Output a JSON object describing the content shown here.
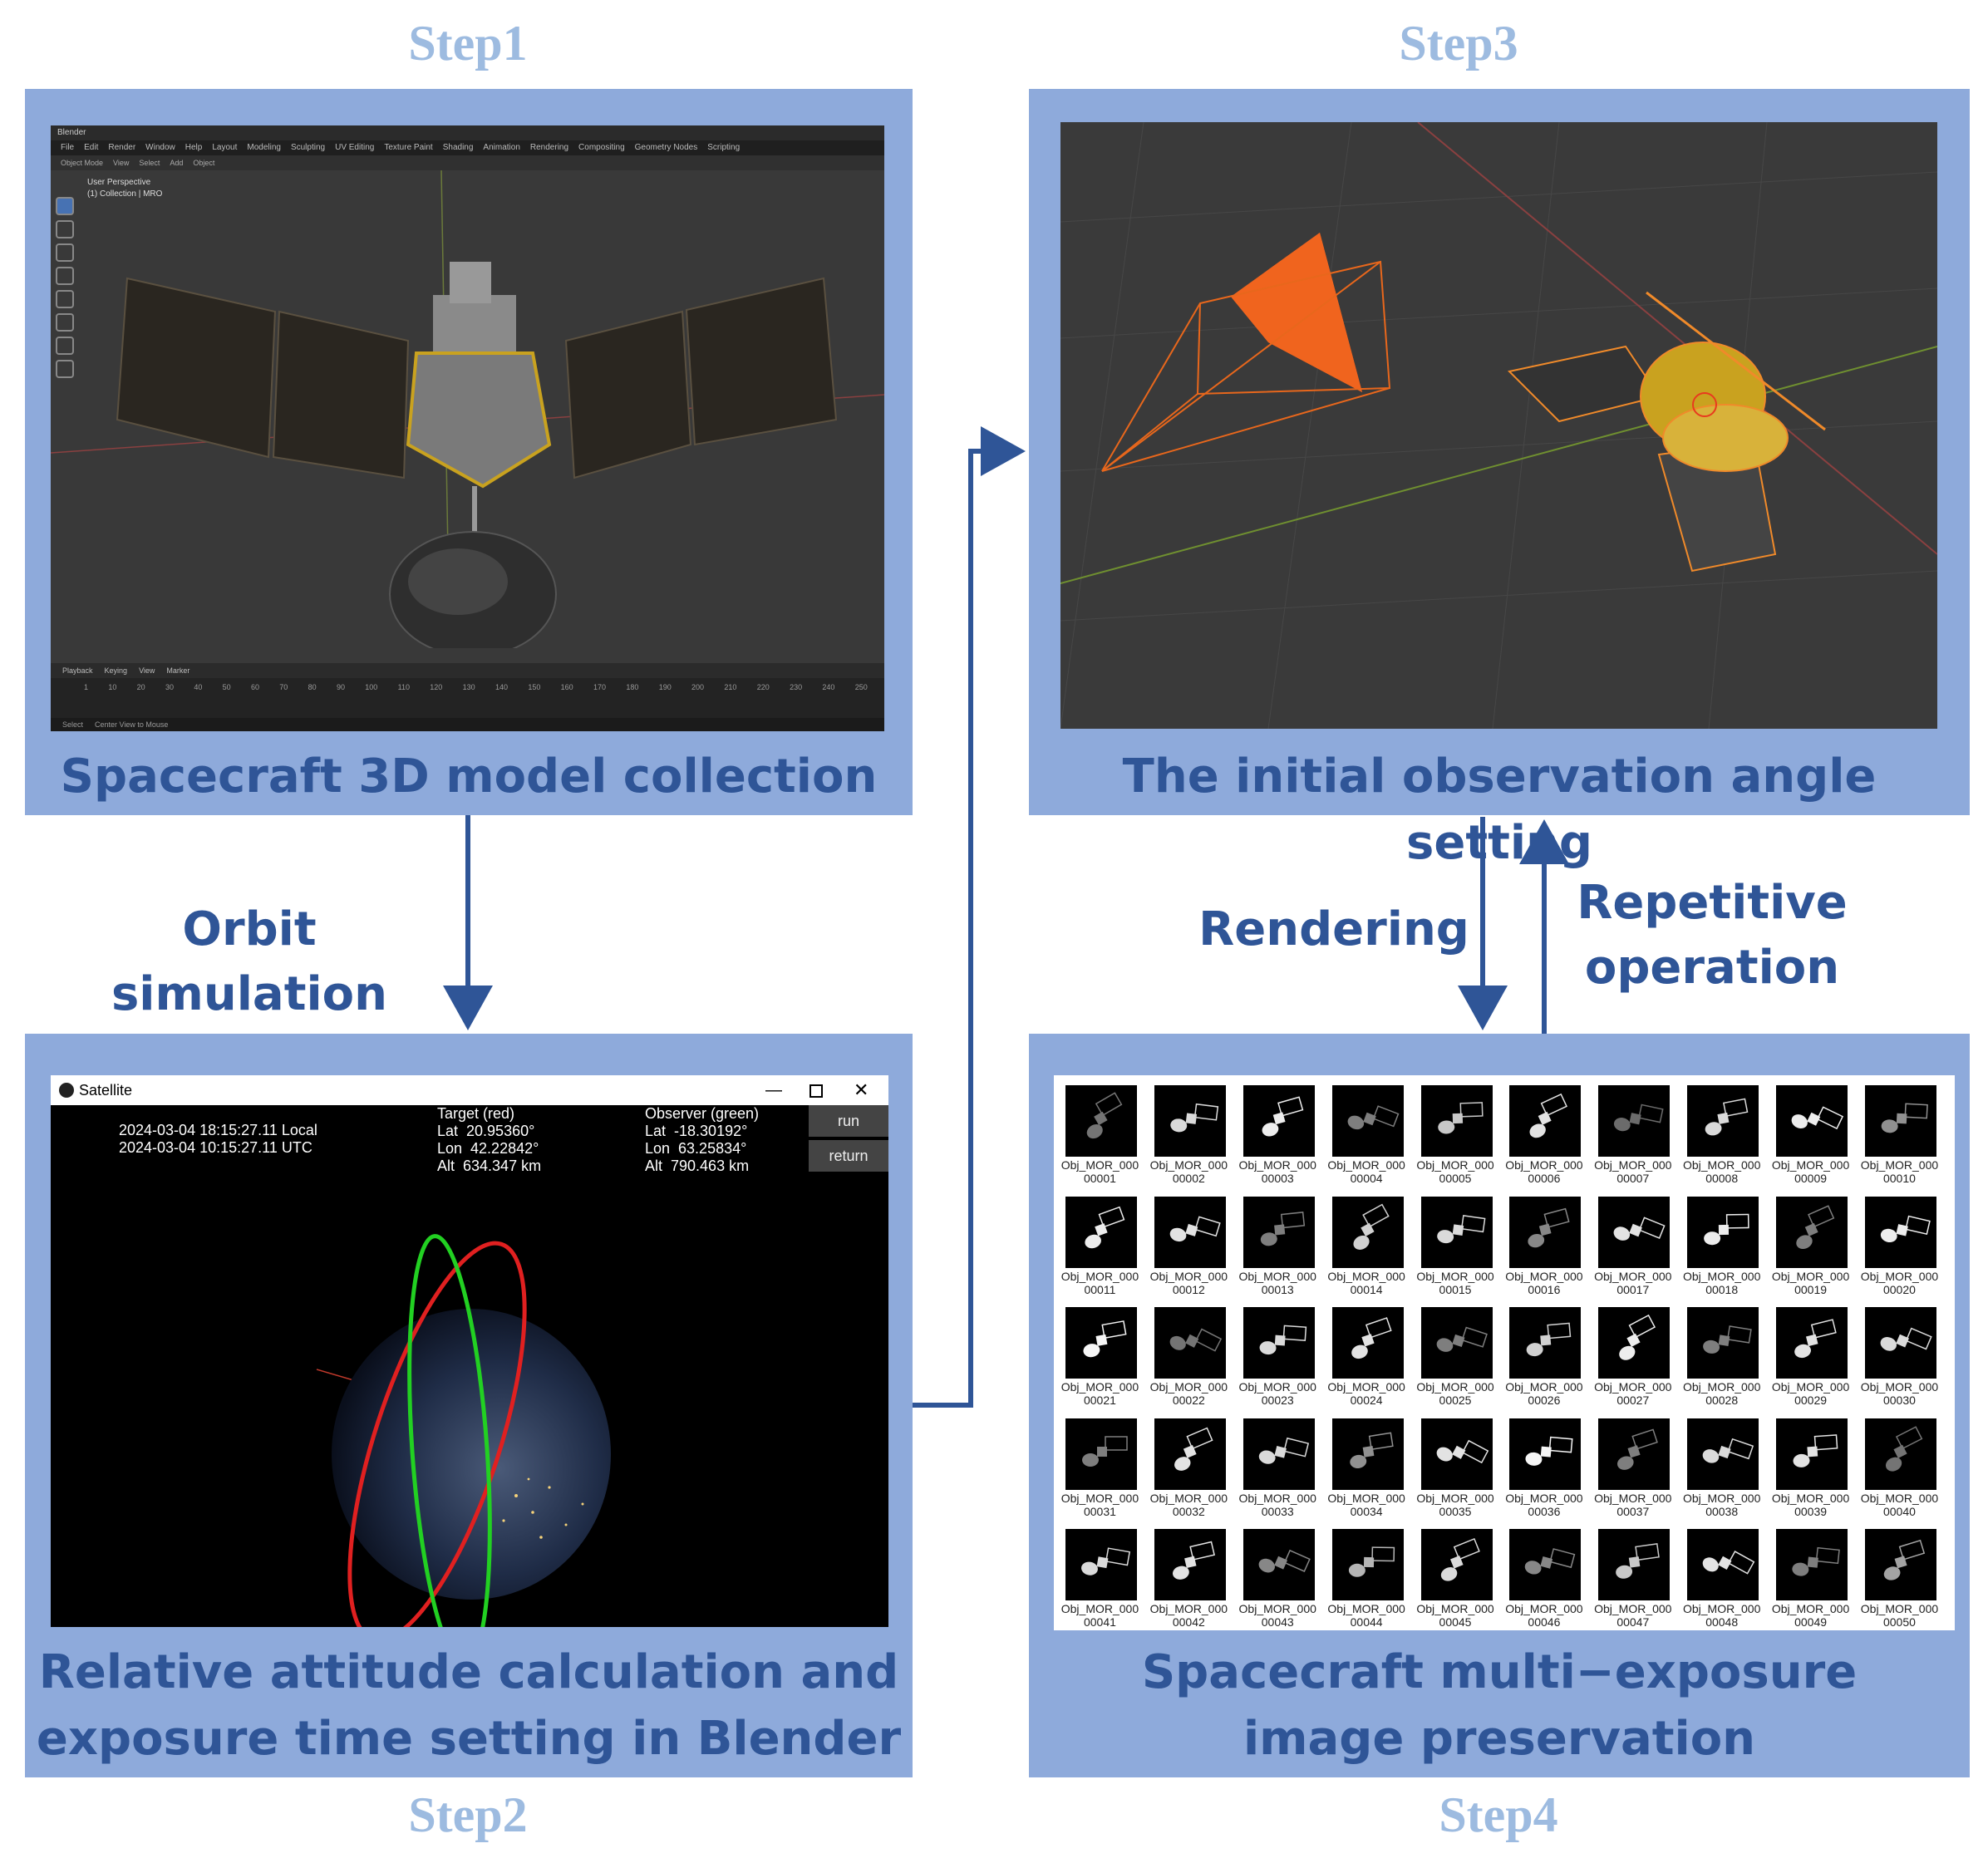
{
  "steps": {
    "step1": {
      "label": "Step1",
      "caption": "Spacecraft 3D model collection"
    },
    "step2": {
      "label": "Step2",
      "caption_line1": "Relative attitude calculation and",
      "caption_line2": "exposure time setting in Blender"
    },
    "step3": {
      "label": "Step3",
      "caption": "The initial observation angle setting"
    },
    "step4": {
      "label": "Step4",
      "caption_line1": "Spacecraft multi−exposure",
      "caption_line2": "image preservation"
    }
  },
  "flow": {
    "orbit_simulation": "Orbit simulation",
    "rendering": "Rendering",
    "repetitive_line1": "Repetitive",
    "repetitive_line2": "operation"
  },
  "blender": {
    "app_title": "Blender",
    "menu": [
      "File",
      "Edit",
      "Render",
      "Window",
      "Help",
      "Layout",
      "Modeling",
      "Sculpting",
      "UV Editing",
      "Texture Paint",
      "Shading",
      "Animation",
      "Rendering",
      "Compositing",
      "Geometry Nodes",
      "Scripting"
    ],
    "header": [
      "Object Mode",
      "View",
      "Select",
      "Add",
      "Object"
    ],
    "viewport_line1": "User Perspective",
    "viewport_line2": "(1) Collection | MRO",
    "timeline_menu": [
      "Playback",
      "Keying",
      "View",
      "Marker"
    ],
    "ticks": [
      "1",
      "10",
      "20",
      "30",
      "40",
      "50",
      "60",
      "70",
      "80",
      "90",
      "100",
      "110",
      "120",
      "130",
      "140",
      "150",
      "160",
      "170",
      "180",
      "190",
      "200",
      "210",
      "220",
      "230",
      "240",
      "250"
    ],
    "status": [
      "Select",
      "Center View to Mouse"
    ]
  },
  "satellite": {
    "title": "Satellite",
    "time_local": "2024-03-04 18:15:27.11 Local",
    "time_utc": "2024-03-04 10:15:27.11 UTC",
    "target_header": "Target (red)",
    "target_lat": "Lat  20.95360°",
    "target_lon": "Lon  42.22842°",
    "target_alt": "Alt  634.347 km",
    "observer_header": "Observer (green)",
    "observer_lat": "Lat  -18.30192°",
    "observer_lon": "Lon  63.25834°",
    "observer_alt": "Alt  790.463 km",
    "run_label": "run",
    "return_label": "return"
  },
  "thumbnails": {
    "prefix": "Obj_MOR_000",
    "numbers": [
      "00001",
      "00002",
      "00003",
      "00004",
      "00005",
      "00006",
      "00007",
      "00008",
      "00009",
      "00010",
      "00011",
      "00012",
      "00013",
      "00014",
      "00015",
      "00016",
      "00017",
      "00018",
      "00019",
      "00020",
      "00021",
      "00022",
      "00023",
      "00024",
      "00025",
      "00026",
      "00027",
      "00028",
      "00029",
      "00030",
      "00031",
      "00032",
      "00033",
      "00034",
      "00035",
      "00036",
      "00037",
      "00038",
      "00039",
      "00040",
      "00041",
      "00042",
      "00043",
      "00044",
      "00045",
      "00046",
      "00047",
      "00048",
      "00049",
      "00050"
    ],
    "brightness": [
      0.25,
      0.8,
      0.9,
      0.3,
      0.7,
      0.85,
      0.2,
      0.8,
      0.9,
      0.4,
      0.9,
      0.85,
      0.3,
      0.75,
      0.8,
      0.35,
      0.85,
      0.9,
      0.3,
      0.9,
      0.95,
      0.25,
      0.8,
      0.85,
      0.3,
      0.75,
      0.9,
      0.3,
      0.85,
      0.8,
      0.3,
      0.85,
      0.8,
      0.4,
      0.85,
      0.95,
      0.3,
      0.8,
      0.85,
      0.25,
      0.8,
      0.85,
      0.35,
      0.6,
      0.8,
      0.35,
      0.7,
      0.85,
      0.3,
      0.5
    ]
  },
  "colors": {
    "panel": "#8eaadb",
    "caption": "#2f5597",
    "step_label": "#9dbbe0",
    "arrow": "#2f5597",
    "camera": "#e8671c"
  }
}
